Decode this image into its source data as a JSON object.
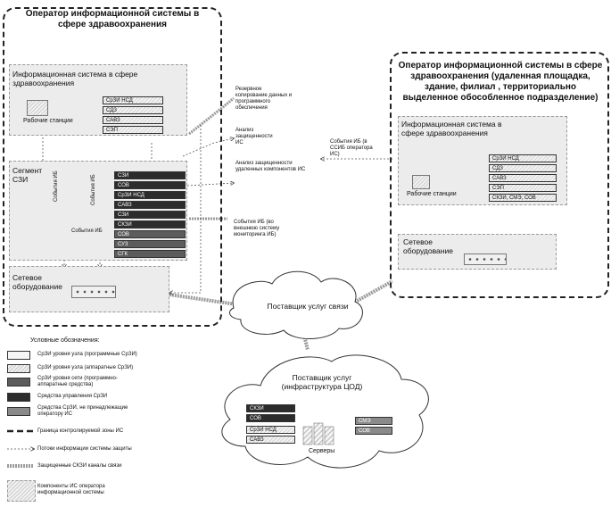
{
  "operator_main": {
    "title": "Оператор информационной системы в сфере здравоохранения",
    "is_panel": {
      "title": "Информационная система в сфере здравоохранения",
      "workstations": "Рабочие станции",
      "chips": [
        "СрЗИ НСД",
        "СДЗ",
        "САВЗ",
        "СЭП"
      ]
    },
    "szi_segment": {
      "title": "Сегмент СЗИ",
      "chips": [
        "СЗИ",
        "СОВ",
        "СрЗИ НСД",
        "САВЗ",
        "СЗИ",
        "СКЗИ",
        "СОВ",
        "СУЗ",
        "СГК"
      ]
    },
    "network": {
      "title": "Сетевое оборудование"
    }
  },
  "operator_remote": {
    "title": "Оператор информационной системы в сфере здравоохранения (удаленная площадка, здание, филиал , территориально выделенное обособленное подразделение)",
    "is_panel": {
      "title": "Информационная система в сфере здравоохранения",
      "workstations": "Рабочие станции",
      "chips": [
        "СрЗИ НСД",
        "СДЗ",
        "САВЗ",
        "СЭП",
        "СКЗИ, СМЭ, СОВ"
      ]
    },
    "network": {
      "title": "Сетевое оборудование"
    }
  },
  "annotations": {
    "backup": "Резервное копирование данных и программного обеспечения",
    "security_analysis": "Анализ защищенности ИС",
    "remote_analysis": "Анализ защищенности удаленных компонентов ИС",
    "events_external": "События ИБ (во внешнюю систему мониторинга ИБ)",
    "events_ssib": "События ИБ (в ССИБ оператора ИС)",
    "events_ib_1": "События ИБ",
    "events_ib_2": "События ИБ",
    "events_ib_3": "События ИБ"
  },
  "clouds": {
    "provider": "Поставщик услуг связи",
    "cod": {
      "title": "Поставщик услуг (инфраструктура ЦОД)",
      "servers": "Серверы",
      "chips_left": [
        "СКЗИ",
        "СОВ",
        "СрЗИ НСД",
        "САВЗ"
      ],
      "chips_right": [
        "СМЭ",
        "СОВ"
      ]
    }
  },
  "legend": {
    "title": "Условные обозначения:",
    "items": [
      "СрЗИ уровня узла (программные СрЗИ)",
      "СрЗИ уровня узла (аппаратные СрЗИ)",
      "СрЗИ уровня сети (программно-аппаратные средства)",
      "Средства управления СрЗИ",
      "Средства СрЗИ, не принадлежащие оператору ИС",
      "Граница контролируемой зоны ИС",
      "Потоки информации системы защиты",
      "Защищенные СКЗИ каналы связи",
      "Компоненты ИС оператора информационной системы"
    ]
  }
}
